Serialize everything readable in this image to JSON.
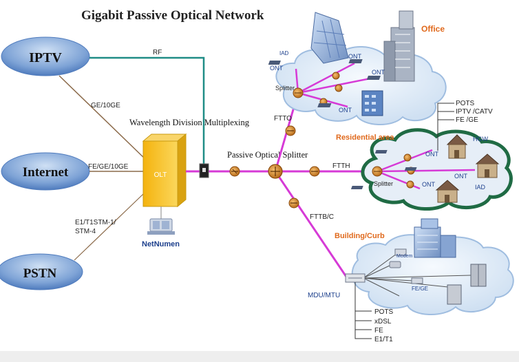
{
  "title": "Gigabit Passive Optical Network",
  "services": {
    "iptv": "IPTV",
    "internet": "Internet",
    "pstn": "PSTN"
  },
  "links": {
    "rf": "RF",
    "ge10ge": "GE/10GE",
    "fe_ge_10ge": "FE/GE/10GE",
    "e1_line1": "E1/T1STM-1/",
    "e1_line2": "STM-4",
    "fttx": "FTTO",
    "ftth": "FTTH",
    "fttb": "FTTB/C"
  },
  "center": {
    "wdm": "Wavelength Division Multiplexing",
    "olt": "OLT",
    "netnumen": "NetNumen",
    "splitter": "Passive Optical Splitter"
  },
  "office": {
    "title": "Office",
    "iad": "IAD",
    "ont_left": "ONT",
    "ont_top": "ONT",
    "ont_right": "ONT",
    "ont_bottom": "ONT",
    "splitter": "Splitter"
  },
  "residential": {
    "title": "Residential area",
    "pots": "POTS",
    "iptv_catv": "IPTV /CATV",
    "fe_ge": "FE /GE",
    "ont_top": "ONT",
    "hgw": "HGW",
    "ont_right": "ONT",
    "iad": "IAD",
    "ont_bottom": "ONT",
    "splitter": "Splitter"
  },
  "building": {
    "title": "Building/Curb",
    "modem": "Modem",
    "fe_ge": "FE/GE",
    "mdu": "MDU/MTU",
    "pots": "POTS",
    "xdsl": "xDSL",
    "fe": "FE",
    "e1t1": "E1/T1"
  },
  "colors": {
    "fiber": "#d63ad6",
    "rf_line": "#1f8c86",
    "copper": "#8b6a4a",
    "ellipse": "#5b86c4",
    "olt": "#f7c21e",
    "label_orange": "#e0691c",
    "netnumen_blue": "#1c3f8c",
    "cloud_blue": "#dde9f6",
    "cloud_green": "#1f6b44"
  }
}
